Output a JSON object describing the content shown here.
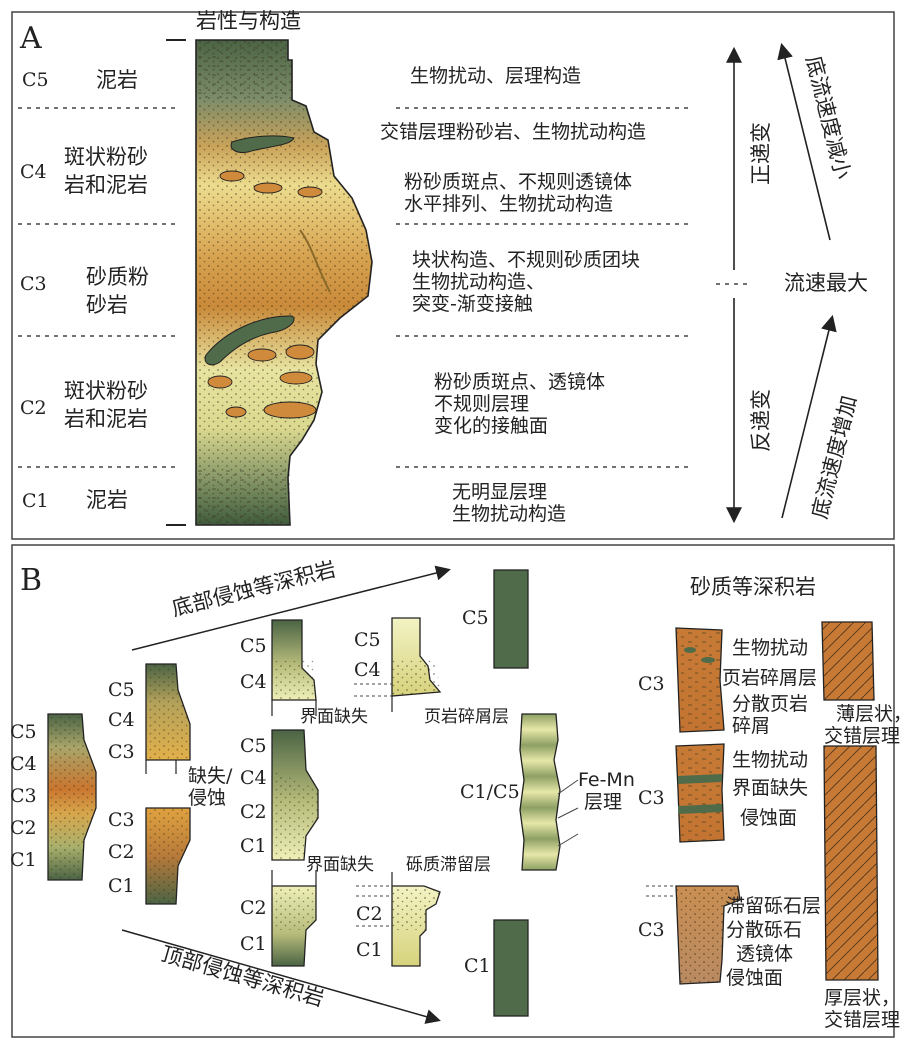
{
  "panel_a": {
    "label": "A",
    "column_title": "岩性与构造",
    "units": [
      {
        "code": "C5",
        "lithology": [
          "泥岩"
        ],
        "structures": [
          "生物扰动、层理构造"
        ]
      },
      {
        "code": "C4",
        "lithology": [
          "斑状粉砂",
          "岩和泥岩"
        ],
        "structures": [
          "交错层理粉砂岩、生物扰动构造",
          "粉砂质斑点、不规则透镜体",
          "水平排列、生物扰动构造"
        ]
      },
      {
        "code": "C3",
        "lithology": [
          "砂质粉",
          "砂岩"
        ],
        "structures": [
          "块状构造、不规则砂质团块",
          "生物扰动构造、",
          "突变-渐变接触"
        ]
      },
      {
        "code": "C2",
        "lithology": [
          "斑状粉砂",
          "岩和泥岩"
        ],
        "structures": [
          "粉砂质斑点、透镜体",
          "不规则层理",
          "变化的接触面"
        ]
      },
      {
        "code": "C1",
        "lithology": [
          "泥岩"
        ],
        "structures": [
          "无明显层理",
          "生物扰动构造"
        ]
      }
    ],
    "trend_upper": "正递变",
    "trend_lower": "反递变",
    "flow_upper": "底流速度减小",
    "flow_peak": "流速最大",
    "flow_lower": "底流速度增加"
  },
  "panel_b": {
    "label": "B",
    "top_arrow_label": "底部侵蚀等深积岩",
    "bottom_arrow_label": "顶部侵蚀等深积岩",
    "sandy_title": "砂质等深积岩",
    "full_sequence": [
      "C5",
      "C4",
      "C3",
      "C2",
      "C1"
    ],
    "eroded_upper": [
      "C5",
      "C4",
      "C3"
    ],
    "eroded_lower": [
      "C3",
      "C2",
      "C1"
    ],
    "erosion_note": [
      "缺失/",
      "侵蚀"
    ],
    "col_a": [
      "C5",
      "C4"
    ],
    "col_b": [
      "C5",
      "C4"
    ],
    "col_c": [
      "C5",
      "C4",
      "C2",
      "C1"
    ],
    "col_d": [
      "C2",
      "C1"
    ],
    "col_e": [
      "C2",
      "C1"
    ],
    "note_boundary_missing_1": "界面缺失",
    "note_shale_debris": "页岩碎屑层",
    "note_boundary_missing_2": "界面缺失",
    "note_gravel_lag": "砾质滞留层",
    "c5_only": "C5",
    "c1_only": "C1",
    "c1c5": "C1/C5",
    "femn": [
      "Fe-Mn",
      "层理"
    ],
    "sandy_rows": [
      {
        "code": "C3",
        "notes": [
          "生物扰动",
          "页岩碎屑层",
          "分散页岩",
          "碎屑"
        ],
        "side_note": [
          "薄层状，",
          "交错层理"
        ]
      },
      {
        "code": "C3",
        "notes": [
          "生物扰动",
          "界面缺失",
          "侵蚀面"
        ]
      },
      {
        "code": "C3",
        "notes": [
          "滞留砾石层",
          "分散砾石",
          "透镜体",
          "侵蚀面"
        ],
        "side_note": [
          "厚层状，",
          "交错层理"
        ]
      }
    ]
  },
  "colors": {
    "mud_green": "#4f6b4a",
    "silt_yellow": "#e8e7a6",
    "sand_orange": "#c98a3a",
    "dark_olive": "#6b7d4d"
  }
}
